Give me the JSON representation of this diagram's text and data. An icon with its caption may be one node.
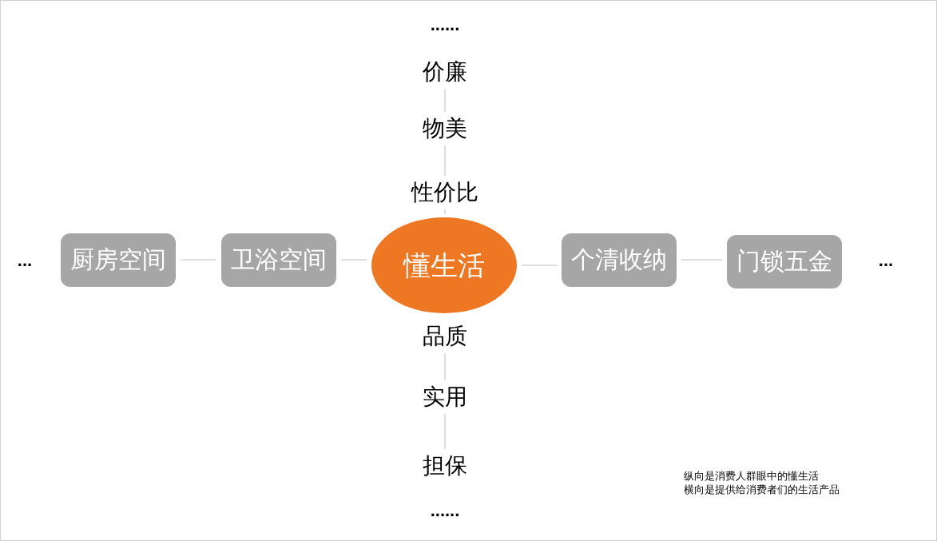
{
  "diagram": {
    "nodes": [
      {
        "text": [
          "价廉"
        ]
      },
      {
        "text": [
          "物美"
        ]
      },
      {
        "text": [
          "性价比"
        ]
      },
      {
        "text": [
          "厨房空间"
        ]
      },
      {
        "text": [
          "卫浴空间"
        ]
      },
      {
        "text": [
          "懂生活"
        ]
      },
      {
        "text": [
          "个清收纳"
        ]
      },
      {
        "text": [
          "门锁五金"
        ]
      },
      {
        "text": [
          "品质"
        ]
      },
      {
        "text": [
          "实用"
        ]
      },
      {
        "text": [
          "担保"
        ]
      }
    ],
    "edges": [
      {
        "from": 0,
        "to": 1,
        "arrow": "none"
      },
      {
        "from": 1,
        "to": 2,
        "arrow": "none"
      },
      {
        "from": 2,
        "to": 5,
        "arrow": "none"
      },
      {
        "from": 3,
        "to": 4,
        "arrow": "none"
      },
      {
        "from": 4,
        "to": 5,
        "arrow": "none"
      },
      {
        "from": 5,
        "to": 6,
        "arrow": "none"
      },
      {
        "from": 6,
        "to": 7,
        "arrow": "none"
      },
      {
        "from": 8,
        "to": 9,
        "arrow": "none"
      },
      {
        "from": 9,
        "to": 10,
        "arrow": "none"
      }
    ],
    "labels": [
      "......",
      "...",
      "...",
      "......",
      "纵向是消费人群眼中的懂生活",
      "横向是提供给消费者们的生活产品"
    ]
  }
}
